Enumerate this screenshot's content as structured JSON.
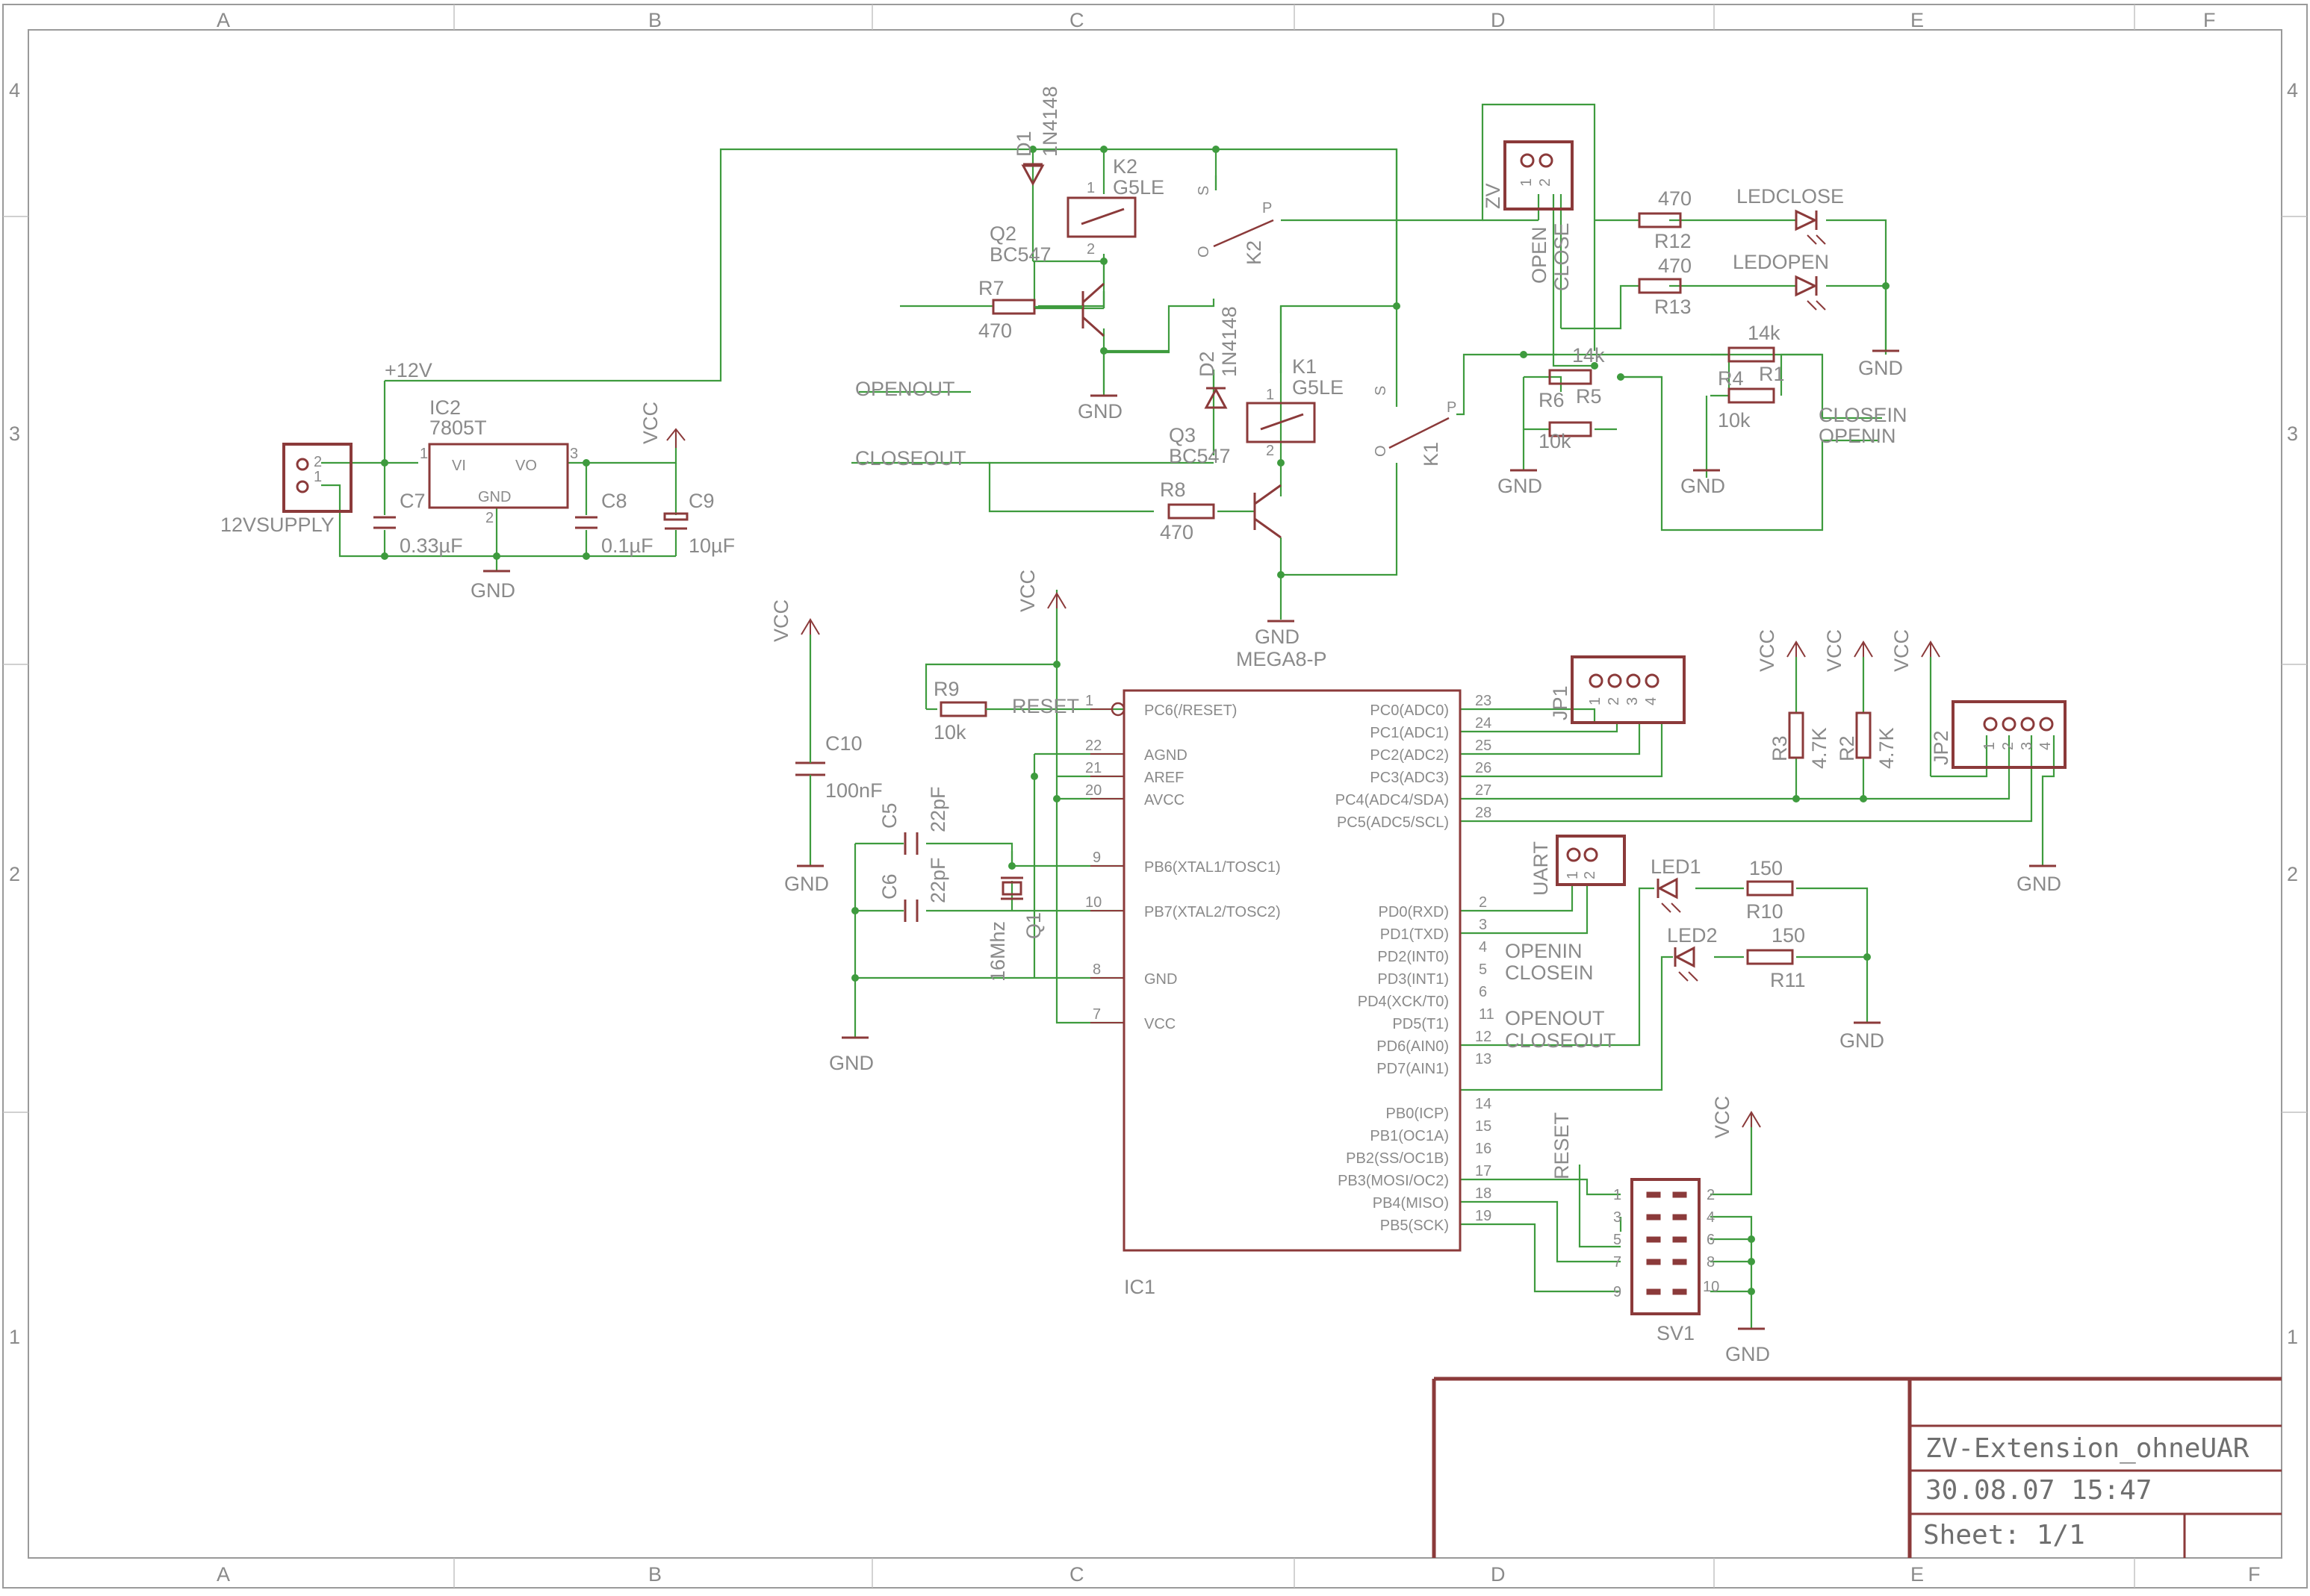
{
  "sheet": {
    "columns": [
      "A",
      "B",
      "C",
      "D",
      "E",
      "F"
    ],
    "rows": [
      "4",
      "3",
      "2",
      "1"
    ]
  },
  "title_block": {
    "name": "ZV-Extension_ohneUAR",
    "date": "30.08.07 15:47",
    "sheet": "Sheet: 1/1"
  },
  "components": {
    "ic2": {
      "ref": "IC2",
      "value": "7805T",
      "pin_vi": "VI",
      "pin_vo": "VO",
      "pin_gnd": "GND",
      "n1": "1",
      "n2": "2",
      "n3": "3"
    },
    "supply": {
      "name": "12VSUPPLY",
      "p1": "1",
      "p2": "2"
    },
    "c7": {
      "ref": "C7",
      "value": "0.33µF"
    },
    "c8": {
      "ref": "C8",
      "value": "0.1µF"
    },
    "c9": {
      "ref": "C9",
      "value": "10µF"
    },
    "c10": {
      "ref": "C10",
      "value": "100nF"
    },
    "c5": {
      "ref": "C5",
      "value": "22pF"
    },
    "c6": {
      "ref": "C6",
      "value": "22pF"
    },
    "q1": {
      "ref": "Q1",
      "value": "16Mhz"
    },
    "d1": {
      "ref": "D1",
      "value": "1N4148"
    },
    "d2": {
      "ref": "D2",
      "value": "1N4148"
    },
    "k1": {
      "ref": "K1",
      "value": "G5LE"
    },
    "k2": {
      "ref": "K2",
      "value": "G5LE"
    },
    "q2": {
      "ref": "Q2",
      "value": "BC547"
    },
    "q3": {
      "ref": "Q3",
      "value": "BC547"
    },
    "r7": {
      "ref": "R7",
      "value": "470"
    },
    "r8": {
      "ref": "R8",
      "value": "470"
    },
    "r9": {
      "ref": "R9",
      "value": "10k"
    },
    "r12": {
      "ref": "R12",
      "value": "470"
    },
    "r13": {
      "ref": "R13",
      "value": "470"
    },
    "r5": {
      "ref": "R5",
      "value": "14k"
    },
    "r6": {
      "ref": "R6",
      "value": "10k"
    },
    "r1": {
      "ref": "R1",
      "value": "14k"
    },
    "r4": {
      "ref": "R4",
      "value": "10k"
    },
    "r2": {
      "ref": "R2",
      "value": "4.7K"
    },
    "r3": {
      "ref": "R3",
      "value": "4.7K"
    },
    "r10": {
      "ref": "R10",
      "value": "150"
    },
    "r11": {
      "ref": "R11",
      "value": "150"
    },
    "led1": {
      "ref": "LED1"
    },
    "led2": {
      "ref": "LED2"
    },
    "ledclose": {
      "ref": "LEDCLOSE"
    },
    "ledopen": {
      "ref": "LEDOPEN"
    },
    "zv": {
      "ref": "ZV",
      "p1": "1",
      "p2": "2"
    },
    "uart": {
      "ref": "UART",
      "p1": "1",
      "p2": "2"
    },
    "jp1": {
      "ref": "JP1",
      "pins": [
        "1",
        "2",
        "3",
        "4"
      ]
    },
    "jp2": {
      "ref": "JP2",
      "pins": [
        "1",
        "2",
        "3",
        "4"
      ]
    },
    "sv1": {
      "ref": "SV1",
      "left": [
        "1",
        "3",
        "5",
        "7",
        "9"
      ],
      "right": [
        "2",
        "4",
        "6",
        "8",
        "10"
      ]
    },
    "ic1": {
      "ref": "IC1",
      "value": "MEGA8-P"
    }
  },
  "relay_contacts": {
    "s": "S",
    "p": "P",
    "o": "O"
  },
  "nets": {
    "gnd": "GND",
    "vcc": "VCC",
    "v12": "+12V",
    "openout": "OPENOUT",
    "closeout": "CLOSEOUT",
    "openin": "OPENIN",
    "closein": "CLOSEIN",
    "open": "OPEN",
    "close": "CLOSE",
    "reset": "RESET"
  },
  "ic1_left_pins": [
    {
      "num": "1",
      "name": "PC6(/RESET)"
    },
    {
      "num": "22",
      "name": "AGND"
    },
    {
      "num": "21",
      "name": "AREF"
    },
    {
      "num": "20",
      "name": "AVCC"
    },
    {
      "num": "9",
      "name": "PB6(XTAL1/TOSC1)"
    },
    {
      "num": "10",
      "name": "PB7(XTAL2/TOSC2)"
    },
    {
      "num": "8",
      "name": "GND"
    },
    {
      "num": "7",
      "name": "VCC"
    }
  ],
  "ic1_right_pins": [
    {
      "num": "23",
      "name": "PC0(ADC0)"
    },
    {
      "num": "24",
      "name": "PC1(ADC1)"
    },
    {
      "num": "25",
      "name": "PC2(ADC2)"
    },
    {
      "num": "26",
      "name": "PC3(ADC3)"
    },
    {
      "num": "27",
      "name": "PC4(ADC4/SDA)"
    },
    {
      "num": "28",
      "name": "PC5(ADC5/SCL)"
    },
    {
      "num": "2",
      "name": "PD0(RXD)"
    },
    {
      "num": "3",
      "name": "PD1(TXD)"
    },
    {
      "num": "4",
      "name": "PD2(INT0)"
    },
    {
      "num": "5",
      "name": "PD3(INT1)"
    },
    {
      "num": "6",
      "name": "PD4(XCK/T0)"
    },
    {
      "num": "11",
      "name": "PD5(T1)"
    },
    {
      "num": "12",
      "name": "PD6(AIN0)"
    },
    {
      "num": "13",
      "name": "PD7(AIN1)"
    },
    {
      "num": "14",
      "name": "PB0(ICP)"
    },
    {
      "num": "15",
      "name": "PB1(OC1A)"
    },
    {
      "num": "16",
      "name": "PB2(SS/OC1B)"
    },
    {
      "num": "17",
      "name": "PB3(MOSI/OC2)"
    },
    {
      "num": "18",
      "name": "PB4(MISO)"
    },
    {
      "num": "19",
      "name": "PB5(SCK)"
    }
  ]
}
